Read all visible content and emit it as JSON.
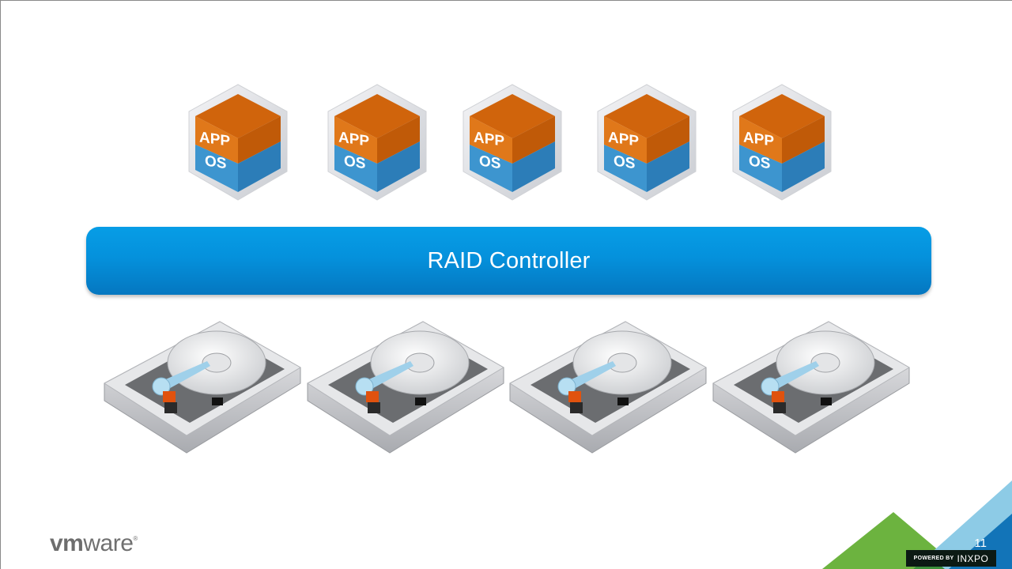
{
  "slide": {
    "vms": [
      {
        "top_label": "APP",
        "bottom_label": "OS"
      },
      {
        "top_label": "APP",
        "bottom_label": "OS"
      },
      {
        "top_label": "APP",
        "bottom_label": "OS"
      },
      {
        "top_label": "APP",
        "bottom_label": "OS"
      },
      {
        "top_label": "APP",
        "bottom_label": "OS"
      }
    ],
    "controller_label": "RAID Controller",
    "disk_count": 4,
    "disks": [
      {
        "icon": "hard-disk-icon"
      },
      {
        "icon": "hard-disk-icon"
      },
      {
        "icon": "hard-disk-icon"
      },
      {
        "icon": "hard-disk-icon"
      }
    ],
    "logo": {
      "bold": "vm",
      "regular": "ware",
      "mark": "®"
    },
    "page_number": "11",
    "powered_by": {
      "prefix": "POWERED BY",
      "brand": "INXPO"
    }
  },
  "colors": {
    "app_orange": "#e0710f",
    "os_blue": "#3a8fc8",
    "controller_blue": "#0591dc",
    "corner_green": "#6cb33f",
    "corner_lightblue": "#8dcbe6",
    "corner_darkblue": "#1274b8"
  }
}
